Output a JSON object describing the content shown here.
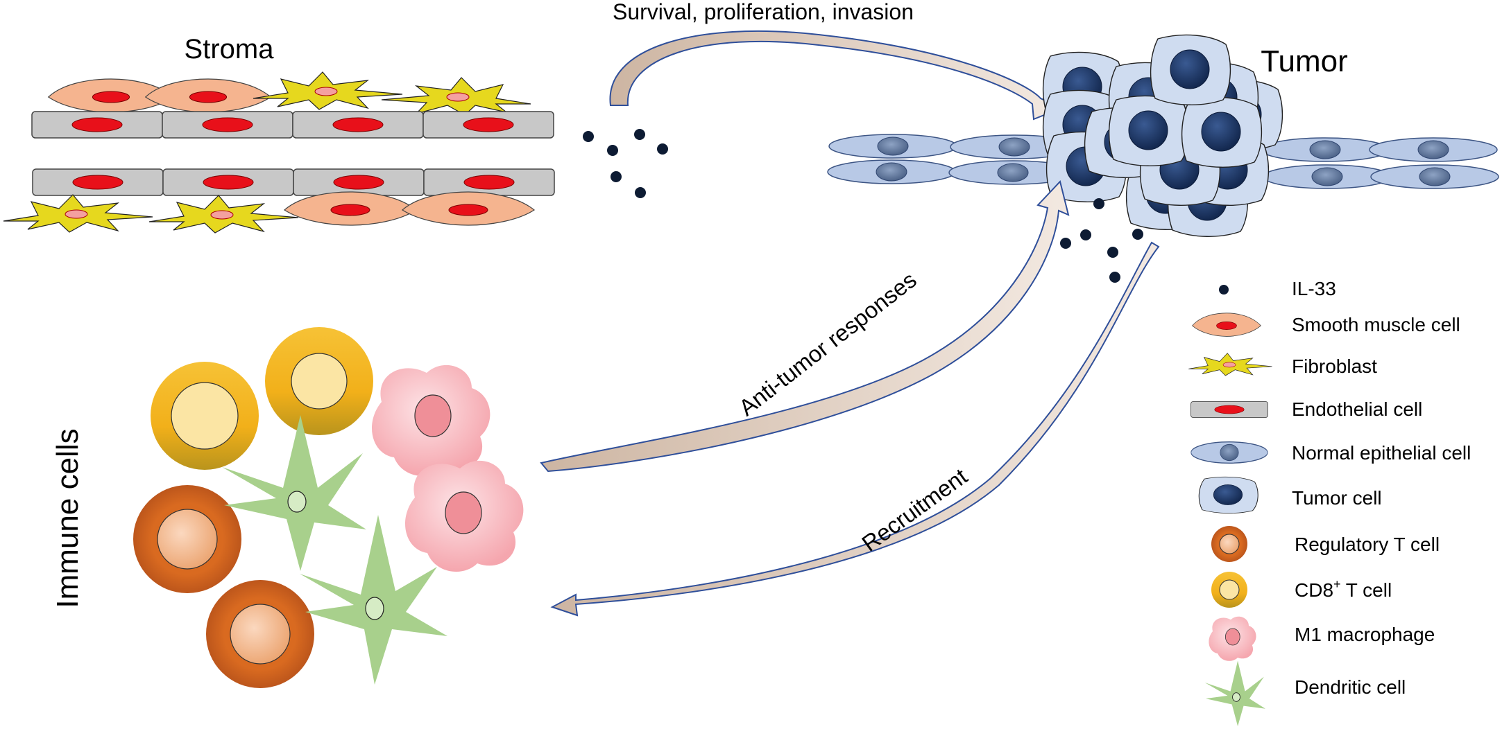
{
  "labels": {
    "stroma": "Stroma",
    "tumor": "Tumor",
    "immune_cells": "Immune cells"
  },
  "arrows": {
    "survival": "Survival,  proliferation, invasion",
    "anti_tumor": "Anti-tumor responses",
    "recruitment": "Recruitment"
  },
  "legend": {
    "il33": "IL-33",
    "smooth_muscle": "Smooth muscle cell",
    "fibroblast": "Fibroblast",
    "endothelial": "Endothelial cell",
    "normal_epithelial": "Normal epithelial cell",
    "tumor_cell": "Tumor cell",
    "treg": "Regulatory  T cell",
    "cd8_prefix": "CD8",
    "cd8_sup": "+",
    "cd8_suffix": " T cell",
    "m1": "M1 macrophage",
    "dendritic": "Dendritic cell"
  },
  "colors": {
    "il33_dot": "#0d1b33",
    "smooth_muscle_fill": "#f5b48f",
    "nucleus_red": "#e8101a",
    "fibroblast_fill": "#e6d81e",
    "endothelial_fill": "#c8c8c8",
    "epithelial_fill": "#b8c9e6",
    "epithelial_nucleus": "#5b7296",
    "tumor_cell_fill": "#cfdcf0",
    "tumor_nucleus": "#1f3c70",
    "treg_outer": "#c4581a",
    "treg_inner": "#f7c4a0",
    "cd8_outer": "#f2b51c",
    "cd8_inner": "#fbe5a4",
    "m1_fill": "#f7b7bd",
    "m1_nucleus": "#ef8f98",
    "dendritic_fill": "#a8d08c",
    "arrow_fill": "#d8c5b5",
    "arrow_stroke": "#2f4f9a"
  }
}
